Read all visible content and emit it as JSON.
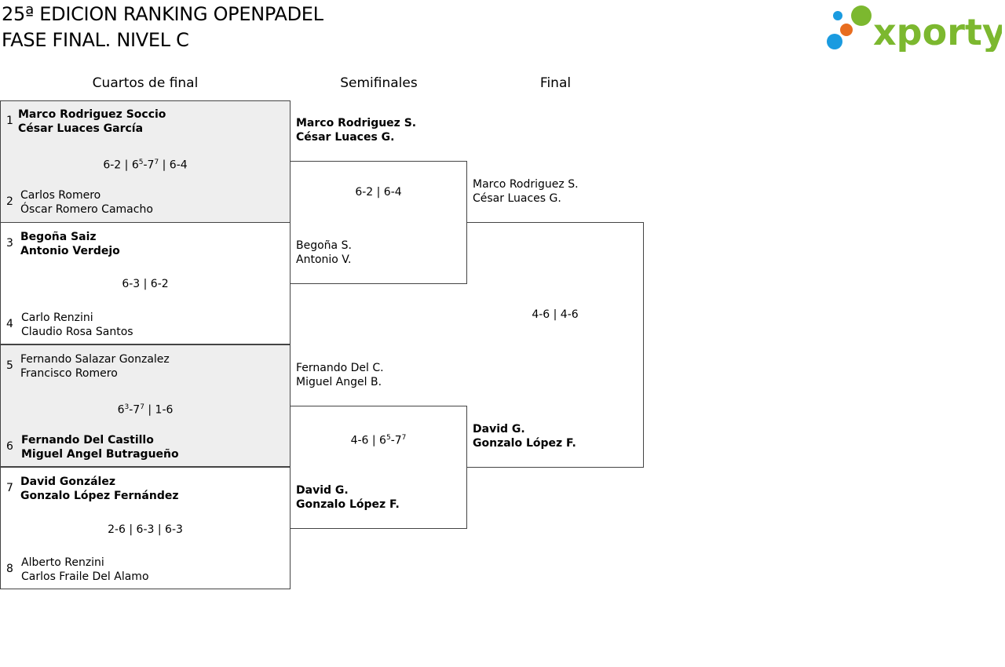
{
  "header": {
    "title_line1": "25ª EDICION RANKING OPENPADEL",
    "title_line2": "FASE FINAL. NIVEL C",
    "logo_text": "xporty",
    "logo_colors": {
      "green": "#7cb82f",
      "blue": "#1a9be0",
      "orange": "#e86d1f"
    }
  },
  "rounds": {
    "quarterfinals": "Cuartos de final",
    "semifinals": "Semifinales",
    "final": "Final"
  },
  "quarterfinals": [
    {
      "seed_a": "1",
      "team_a": [
        "Marco Rodriguez Soccio",
        "César Luaces García"
      ],
      "winner": "a",
      "score": "6-2 | 6⁵-7⁷ | 6-4",
      "seed_b": "2",
      "team_b": [
        "Carlos Romero",
        "Óscar Romero Camacho"
      ]
    },
    {
      "seed_a": "3",
      "team_a": [
        "Begoña Saiz",
        "Antonio Verdejo"
      ],
      "winner": "a",
      "score": "6-3 | 6-2",
      "seed_b": "4",
      "team_b": [
        "Carlo Renzini",
        "Claudio Rosa Santos"
      ]
    },
    {
      "seed_a": "5",
      "team_a": [
        "Fernando Salazar Gonzalez",
        "Francisco Romero"
      ],
      "winner": "b",
      "score": "6³-7⁷ | 1-6",
      "seed_b": "6",
      "team_b": [
        "Fernando Del Castillo",
        "Miguel Angel Butragueño"
      ]
    },
    {
      "seed_a": "7",
      "team_a": [
        "David González",
        "Gonzalo López Fernández"
      ],
      "winner": "a",
      "score": "2-6 | 6-3 | 6-3",
      "seed_b": "8",
      "team_b": [
        "Alberto Renzini",
        "Carlos Fraile Del Alamo"
      ]
    }
  ],
  "semifinals": [
    {
      "team_a": [
        "Marco Rodriguez S.",
        "César Luaces G."
      ],
      "winner": "a",
      "score": "6-2 | 6-4",
      "team_b": [
        "Begoña S.",
        "Antonio V."
      ]
    },
    {
      "team_a": [
        "Fernando Del C.",
        "Miguel Angel B."
      ],
      "winner": "b",
      "score": "4-6 | 6⁵-7⁷",
      "team_b": [
        "David G.",
        "Gonzalo López F."
      ]
    }
  ],
  "final": {
    "team_a": [
      "Marco Rodriguez S.",
      "César Luaces G."
    ],
    "winner": "b",
    "score": "4-6 | 4-6",
    "team_b": [
      "David G.",
      "Gonzalo López F."
    ]
  }
}
